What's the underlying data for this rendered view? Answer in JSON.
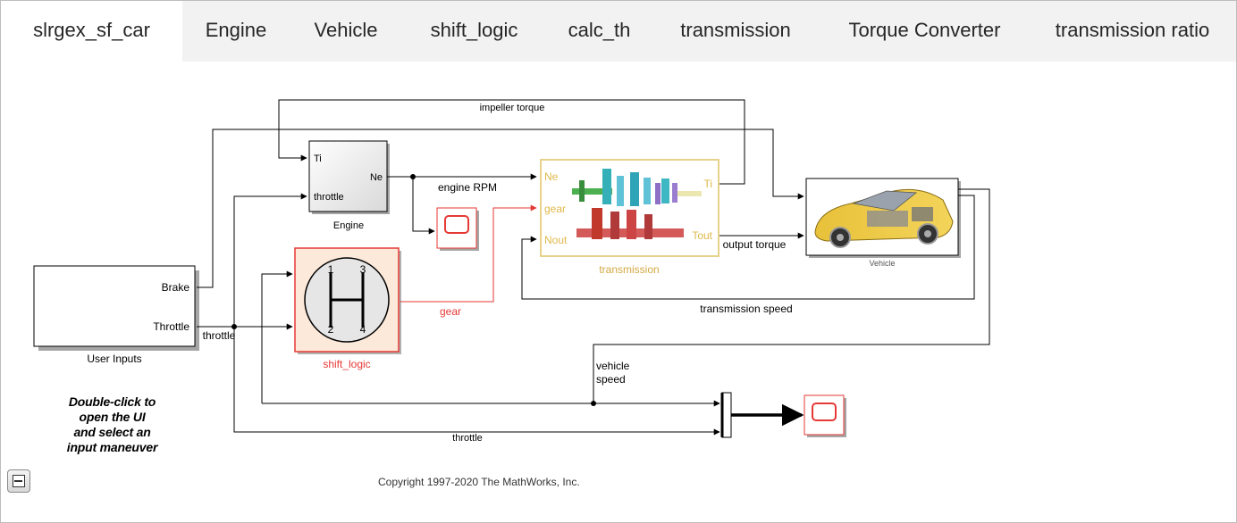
{
  "tabs": [
    {
      "label": "slrgex_sf_car",
      "active": true
    },
    {
      "label": "Engine",
      "active": false
    },
    {
      "label": "Vehicle",
      "active": false
    },
    {
      "label": "shift_logic",
      "active": false
    },
    {
      "label": "calc_th",
      "active": false
    },
    {
      "label": "transmission",
      "active": false
    },
    {
      "label": "Torque Converter",
      "active": false
    },
    {
      "label": "transmission ratio",
      "active": false
    }
  ],
  "blocks": {
    "user_inputs": {
      "name": "User Inputs",
      "ports": {
        "brake": "Brake",
        "throttle": "Throttle"
      }
    },
    "engine": {
      "name": "Engine",
      "ports": {
        "ti": "Ti",
        "throttle": "throttle",
        "ne": "Ne"
      }
    },
    "shift_logic": {
      "name": "shift_logic",
      "gears": {
        "g1": "1",
        "g2": "2",
        "g3": "3",
        "g4": "4"
      }
    },
    "transmission": {
      "name": "transmission",
      "ports": {
        "ne": "Ne",
        "gear": "gear",
        "nout": "Nout",
        "ti": "Ti",
        "tout": "Tout"
      }
    },
    "vehicle": {
      "name": "Vehicle"
    }
  },
  "signals": {
    "impeller_torque": "impeller torque",
    "engine_rpm": "engine RPM",
    "gear": "gear",
    "output_torque": "output torque",
    "transmission_speed": "transmission speed",
    "throttle_a": "throttle",
    "throttle_b": "throttle",
    "vehicle_speed_line1": "vehicle",
    "vehicle_speed_line2": "speed"
  },
  "hint_text": "Double-click to\nopen the UI\nand select an\ninput maneuver",
  "copyright": "Copyright 1997-2020 The MathWorks, Inc.",
  "colors": {
    "tab_bar": "#f2f2f2",
    "active_tab": "#ffffff",
    "highlight_red": "#e53935",
    "shift_logic_fill": "#fde9d9",
    "transmission_border": "#e6d28a",
    "transmission_port": "#e0b84a"
  }
}
